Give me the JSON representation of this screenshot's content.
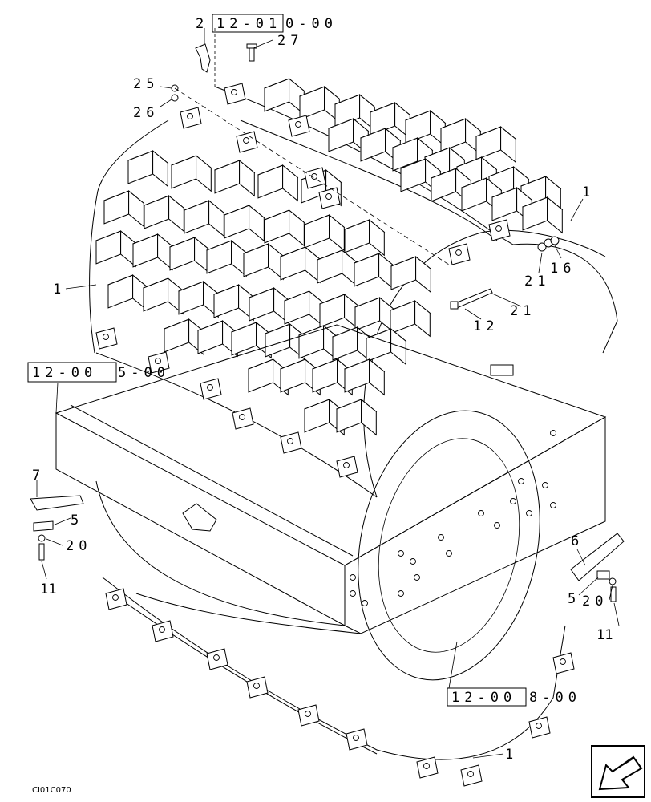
{
  "figure_code": "CI01C070",
  "reference_groups": [
    {
      "id": "top",
      "boxed": "12-01",
      "suffix": "0-00",
      "prefix": "2"
    },
    {
      "id": "left",
      "boxed": "12-00",
      "suffix": "5-00",
      "prefix": ""
    },
    {
      "id": "bottom",
      "boxed": "12-00",
      "suffix": "8-00",
      "prefix": ""
    }
  ],
  "callouts": {
    "c27": "27",
    "c25": "25",
    "c26": "26",
    "c1_top_right": "1",
    "c1_left": "1",
    "c1_bottom": "1",
    "c21a": "21",
    "c16": "16",
    "c21b": "21",
    "c12": "12",
    "c7": "7",
    "c5_left": "5",
    "c20_left": "20",
    "c11_left": "11",
    "c6": "6",
    "c5_right": "5",
    "c20_right": "20",
    "c11_right": "11"
  },
  "nav_arrow_icon": "arrow-left-down-icon",
  "line_color": "#000000",
  "background": "#ffffff"
}
